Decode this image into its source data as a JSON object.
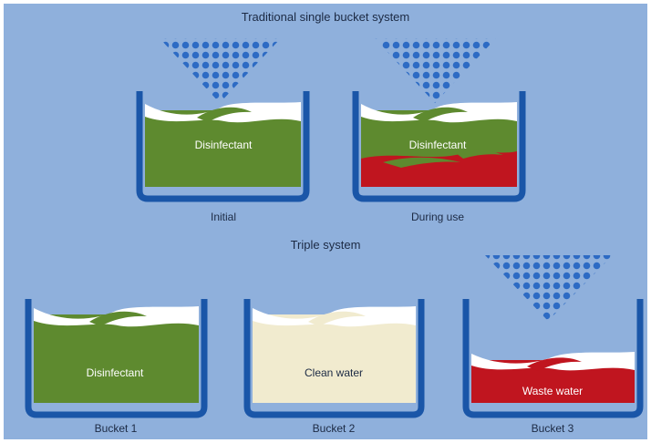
{
  "colors": {
    "background": "#8fb0dc",
    "bucket_outline": "#1a56a8",
    "disinfectant": "#5e8a2f",
    "clean_water": "#f1ebcf",
    "waste_water": "#c0151f",
    "foam": "#ffffff",
    "mop_pattern": "#2d6bc4"
  },
  "sections": {
    "traditional": {
      "title": "Traditional single bucket system",
      "buckets": [
        {
          "liquid_label": "Disinfectant",
          "caption": "Initial",
          "liquid": "disinfectant",
          "has_mop": true
        },
        {
          "liquid_label": "Disinfectant",
          "caption": "During use",
          "liquid": "mixed",
          "has_mop": true
        }
      ]
    },
    "triple": {
      "title": "Triple system",
      "buckets": [
        {
          "liquid_label": "Disinfectant",
          "caption": "Bucket 1",
          "liquid": "disinfectant",
          "has_mop": false
        },
        {
          "liquid_label": "Clean water",
          "caption": "Bucket 2",
          "liquid": "clean_water",
          "has_mop": false
        },
        {
          "liquid_label": "Waste water",
          "caption": "Bucket 3",
          "liquid": "waste_water",
          "has_mop": true
        }
      ]
    }
  }
}
